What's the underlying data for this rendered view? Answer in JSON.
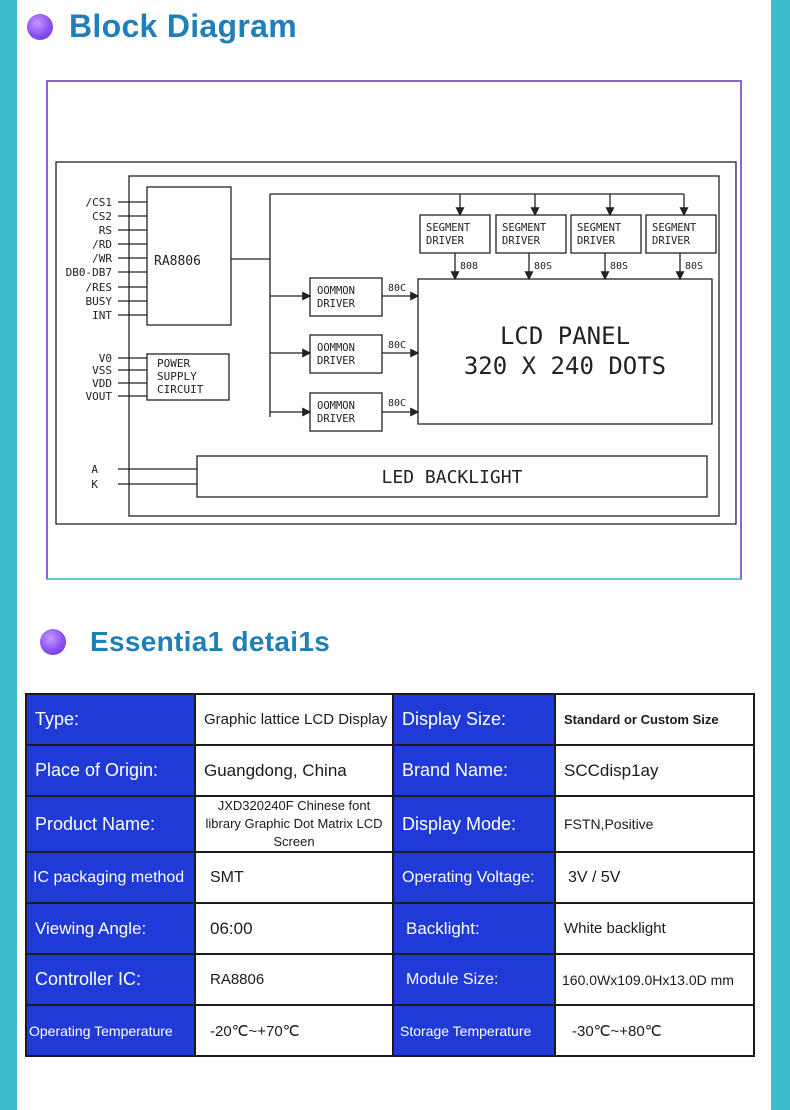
{
  "headings": {
    "block_diagram": "Block Diagram",
    "details": "Essentia1 detai1s"
  },
  "diagram": {
    "pins_left": [
      "/CS1",
      "CS2",
      "RS",
      "/RD",
      "/WR",
      "DB0-DB7",
      "/RES",
      "BUSY",
      "INT"
    ],
    "controller": "RA8806",
    "power_pins": [
      "V0",
      "VSS",
      "VDD",
      "VOUT"
    ],
    "power_block": [
      "POWER",
      "SUPPLY",
      "CIRCUIT"
    ],
    "segment_driver": [
      "SEGMENT",
      "DRIVER"
    ],
    "segment_labels": [
      "808",
      "80S",
      "80S",
      "80S"
    ],
    "common_driver": [
      "OOMMON",
      "DRIVER"
    ],
    "common_label": "80C",
    "lcd_panel": [
      "LCD PANEL",
      "320 X 240 DOTS"
    ],
    "backlight_pins": [
      "A",
      "K"
    ],
    "backlight": "LED BACKLIGHT"
  },
  "details": [
    {
      "label1": "Type:",
      "value1": "Graphic lattice LCD Display",
      "label2": "Display Size:",
      "value2": "Standard or Custom Size"
    },
    {
      "label1": "Place of  Origin:",
      "value1": "Guangdong, China",
      "label2": "Brand Name:",
      "value2": "SCCdisp1ay"
    },
    {
      "label1": "Product Name:",
      "value1": "JXD320240F Chinese font library Graphic Dot Matrix LCD Screen",
      "label2": "Display Mode:",
      "value2": "FSTN,Positive"
    },
    {
      "label1": "IC packaging method",
      "value1": "SMT",
      "label2": "Operating Voltage:",
      "value2": "3V / 5V"
    },
    {
      "label1": "Viewing Angle:",
      "value1": "06:00",
      "label2": "Backlight:",
      "value2": "White backlight"
    },
    {
      "label1": "Controller IC:",
      "value1": "RA8806",
      "label2": "Module Size:",
      "value2": "160.0Wx109.0Hx13.0D mm"
    },
    {
      "label1": "Operating Temperature",
      "value1": "-20℃~+70℃",
      "label2": "Storage  Temperature",
      "value2": "-30℃~+80℃"
    }
  ]
}
